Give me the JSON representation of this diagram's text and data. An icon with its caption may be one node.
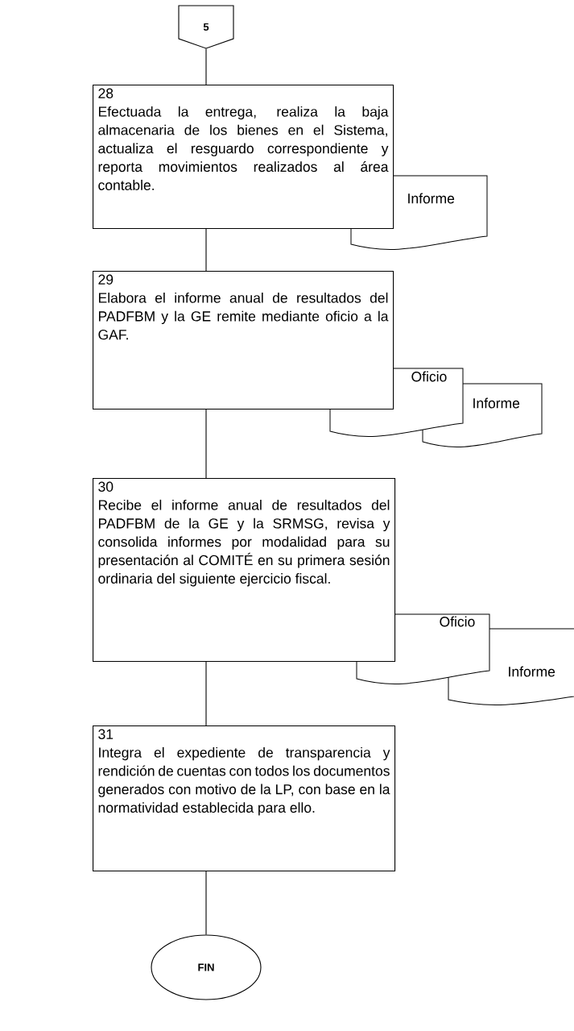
{
  "diagram": {
    "nodes": [
      {
        "text": [
          "5"
        ]
      },
      {
        "text": [
          "28",
          "Efectuada la entrega, realiza la baja almacenaria de los bienes en el Sistema, actualiza el resguardo correspondiente y reporta movimientos realizados al área contable."
        ]
      },
      {
        "text": [
          "Informe"
        ]
      },
      {
        "text": [
          "29",
          "Elabora el informe anual de resultados del PADFBM y la GE remite mediante oficio a la GAF."
        ]
      },
      {
        "text": [
          "Oficio"
        ]
      },
      {
        "text": [
          "Informe"
        ]
      },
      {
        "text": [
          "30",
          "Recibe el informe anual de resultados del PADFBM de la GE y la SRMSG, revisa y consolida informes por modalidad para su presentación al COMITÉ en su primera sesión ordinaria del siguiente ejercicio fiscal."
        ]
      },
      {
        "text": [
          "Oficio"
        ]
      },
      {
        "text": [
          "Informe"
        ]
      },
      {
        "text": [
          "31",
          "Integra el expediente de transparencia y rendición de cuentas con todos los documentos generados con motivo de la LP, con base en la normatividad establecida para ello."
        ]
      },
      {
        "text": [
          "FIN"
        ]
      }
    ],
    "edges": [
      {
        "from": 0,
        "to": 1,
        "arrow": "none"
      },
      {
        "from": 1,
        "to": 3,
        "arrow": "none"
      },
      {
        "from": 3,
        "to": 6,
        "arrow": "none"
      },
      {
        "from": 6,
        "to": 9,
        "arrow": "none"
      },
      {
        "from": 9,
        "to": 10,
        "arrow": "none"
      }
    ]
  }
}
